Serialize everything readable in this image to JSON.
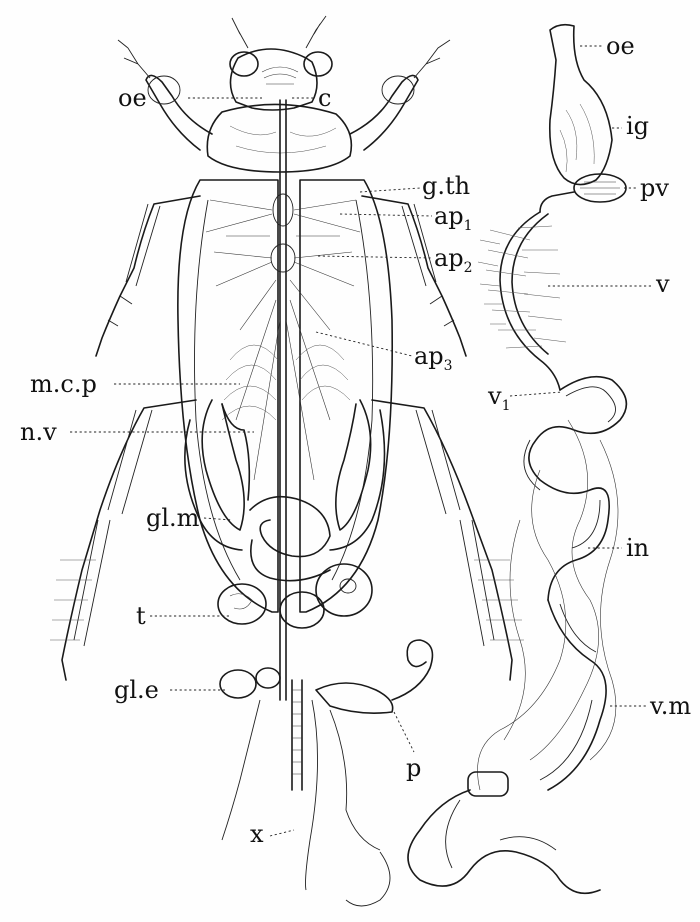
{
  "labels": {
    "oe_left": "oe",
    "c": "c",
    "g_th": "g.th",
    "ap1": "ap",
    "ap1_sub": "1",
    "ap2": "ap",
    "ap2_sub": "2",
    "ap3": "ap",
    "ap3_sub": "3",
    "m_c_p": "m.c.p",
    "n_v": "n.v",
    "gl_m": "gl.m",
    "t": "t",
    "gl_e": "gl.e",
    "x": "x",
    "p": "p",
    "oe_right": "oe",
    "ig": "ig",
    "pv": "pv",
    "v": "v",
    "v1": "v",
    "v1_sub": "1",
    "in": "in",
    "v_m": "v.m"
  }
}
